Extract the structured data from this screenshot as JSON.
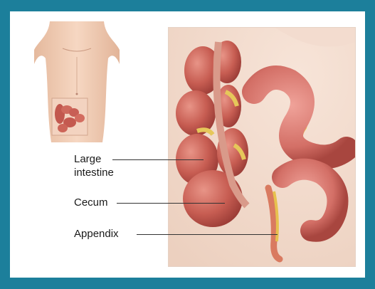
{
  "labels": {
    "large_intestine": "Large\nintestine",
    "cecum": "Cecum",
    "appendix": "Appendix"
  },
  "colors": {
    "border": "#1c7f9b",
    "intestine": "#c85f55",
    "skin": "#efc9b0"
  }
}
